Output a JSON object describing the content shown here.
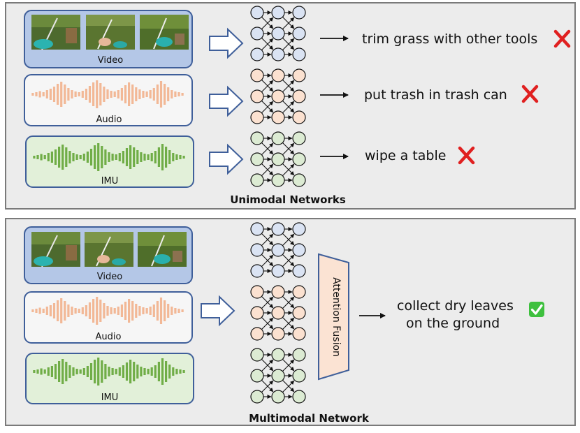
{
  "top_panel": {
    "title": "Unimodal Networks",
    "rows": [
      {
        "modality": "Video",
        "prediction": "trim grass with other tools",
        "result": "wrong"
      },
      {
        "modality": "Audio",
        "prediction": "put trash in trash can",
        "result": "wrong"
      },
      {
        "modality": "IMU",
        "prediction": "wipe a table",
        "result": "wrong"
      }
    ]
  },
  "bottom_panel": {
    "title": "Multimodal Network",
    "modalities": [
      "Video",
      "Audio",
      "IMU"
    ],
    "fusion_label": "Attention Fusion",
    "prediction_line1": "collect dry leaves",
    "prediction_line2": "on the ground",
    "result": "correct"
  },
  "colors": {
    "panel_bg": "#ececec",
    "panel_border": "#7a7a7a",
    "box_border": "#3f5f9a",
    "video_fill": "#b4c7e7",
    "audio_fill": "#f6f6f6",
    "audio_wave": "#f2b896",
    "imu_fill": "#e2f0d9",
    "imu_wave": "#70ad47",
    "node_blue": "#dae3f3",
    "node_orange": "#fbe1d0",
    "node_green": "#dcebd3",
    "fusion_fill": "#fbe3d3",
    "cross": "#e02020",
    "check": "#3ec03e"
  }
}
